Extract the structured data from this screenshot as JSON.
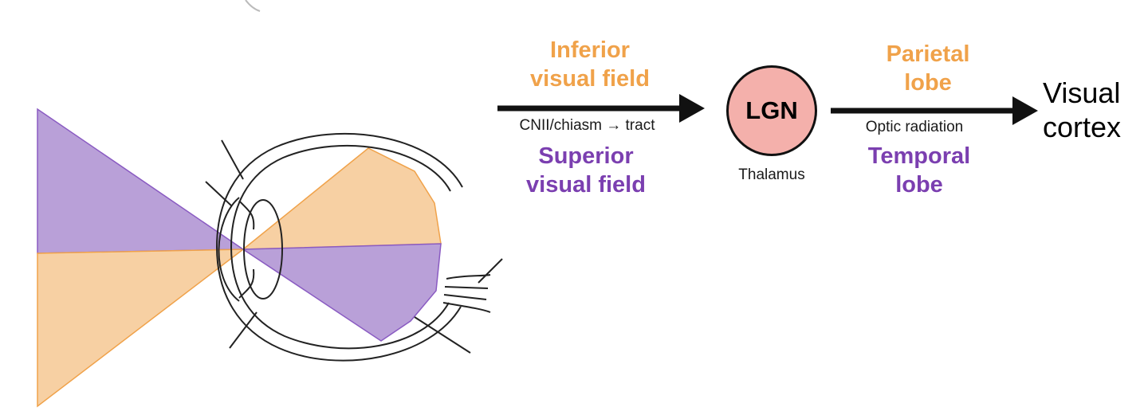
{
  "labels": {
    "inferior_field": "Inferior visual field",
    "superior_field": "Superior visual field",
    "cn2_tract": "CNII/chiasm → tract",
    "lgn": "LGN",
    "thalamus": "Thalamus",
    "parietal_lobe": "Parietal lobe",
    "optic_radiation": "Optic radiation",
    "temporal_lobe": "Temporal lobe",
    "visual_cortex": "Visual cortex"
  },
  "colors": {
    "orange": "#f0a24a",
    "orange_fill": "#f7d0a3",
    "purple": "#7b3fb0",
    "purple_fill": "#b9a0d8",
    "lgn_fill": "#f4b0ab"
  }
}
